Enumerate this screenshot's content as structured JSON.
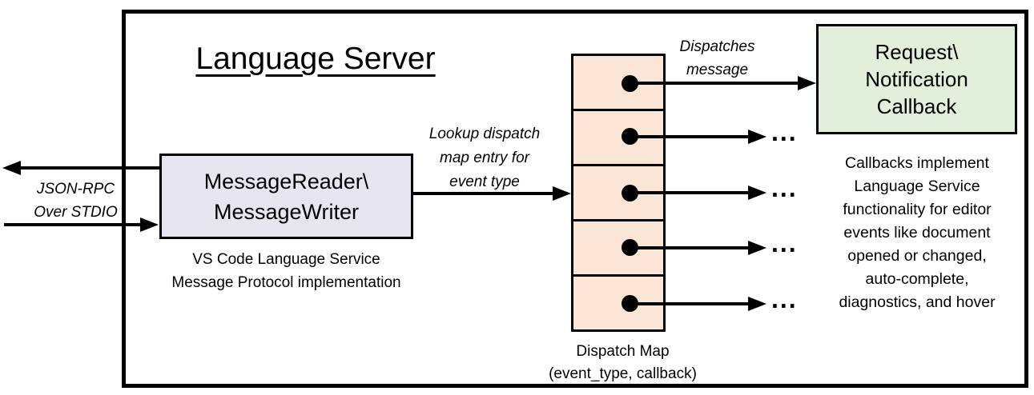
{
  "diagram": {
    "title": "Language Server",
    "io_label": "JSON-RPC\nOver STDIO",
    "message_box": {
      "label": "MessageReader\\\nMessageWriter",
      "caption": "VS Code Language Service\nMessage Protocol implementation"
    },
    "lookup_label": "Lookup dispatch\nmap entry for\nevent type",
    "dispatches_label": "Dispatches\nmessage",
    "dispatch_map": {
      "label": "Dispatch Map\n(event_type, callback)",
      "cell_count": 5
    },
    "callback_box": {
      "label": "Request\\\nNotification\nCallback",
      "caption": "Callbacks implement\nLanguage Service\nfunctionality for editor\nevents like document\nopened or changed,\nauto-complete,\ndiagnostics, and hover"
    },
    "ellipsis": "...",
    "colors": {
      "message_box_fill": "#e7e5f0",
      "dispatch_map_fill": "#fbe5d6",
      "callback_box_fill": "#e2efda",
      "line_and_text": "#000000",
      "background": "#ffffff"
    }
  }
}
